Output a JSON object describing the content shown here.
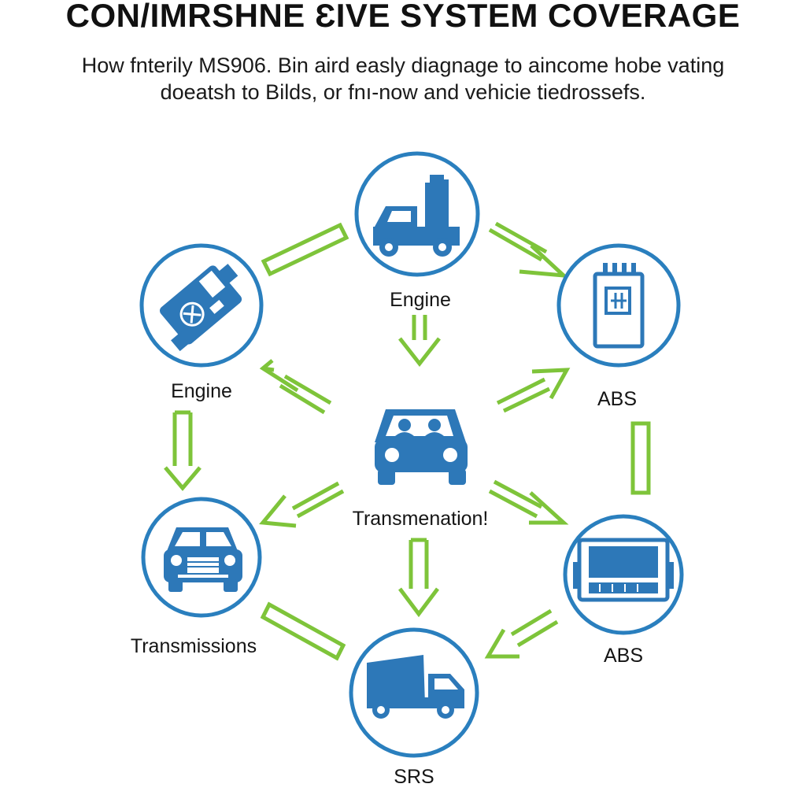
{
  "title": "CON/IMRSHNE ƐIVE SYSTEM COVERAGE",
  "subtitle": {
    "line1": "How fnterily MS906. Bin aird easly diagnage to aincome hobe vating",
    "line2": "doeatsh to Bilds, or fnı-now and vehicie tiedrossefs."
  },
  "colors": {
    "circle_stroke": "#2a7fbe",
    "icon_fill": "#2d78b8",
    "arrow": "#7ec43a",
    "text": "#151515"
  },
  "nodes": [
    {
      "id": "top",
      "icon": "tow-truck-icon",
      "label": "Engine"
    },
    {
      "id": "upper-left",
      "icon": "obd-scanner-icon",
      "label": "Engine"
    },
    {
      "id": "upper-right",
      "icon": "battery-module-icon",
      "label": "ABS"
    },
    {
      "id": "center",
      "icon": "car-front-icon",
      "label": "Transmenation!"
    },
    {
      "id": "lower-left",
      "icon": "sedan-front-icon",
      "label": "Transmissions"
    },
    {
      "id": "lower-right",
      "icon": "printer-module-icon",
      "label": "ABS"
    },
    {
      "id": "bottom",
      "icon": "box-truck-icon",
      "label": "SRS"
    }
  ]
}
